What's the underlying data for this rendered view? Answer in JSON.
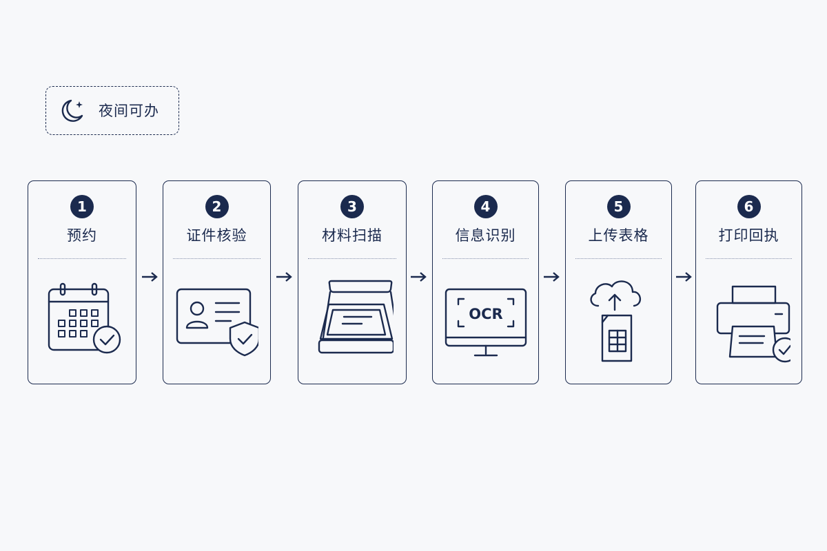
{
  "badge": {
    "label": "夜间可办",
    "icon": "moon-star-icon"
  },
  "steps": [
    {
      "number": "1",
      "title": "预约",
      "icon": "calendar-check-icon"
    },
    {
      "number": "2",
      "title": "证件核验",
      "icon": "id-card-shield-icon"
    },
    {
      "number": "3",
      "title": "材料扫描",
      "icon": "flatbed-scanner-icon"
    },
    {
      "number": "4",
      "title": "信息识别",
      "icon": "ocr-monitor-icon",
      "icon_text": "OCR"
    },
    {
      "number": "5",
      "title": "上传表格",
      "icon": "cloud-upload-sheet-icon"
    },
    {
      "number": "6",
      "title": "打印回执",
      "icon": "printer-check-icon"
    }
  ],
  "colors": {
    "primary": "#1b2a4e",
    "background": "#f7f8fa",
    "divider": "#8590ab"
  }
}
